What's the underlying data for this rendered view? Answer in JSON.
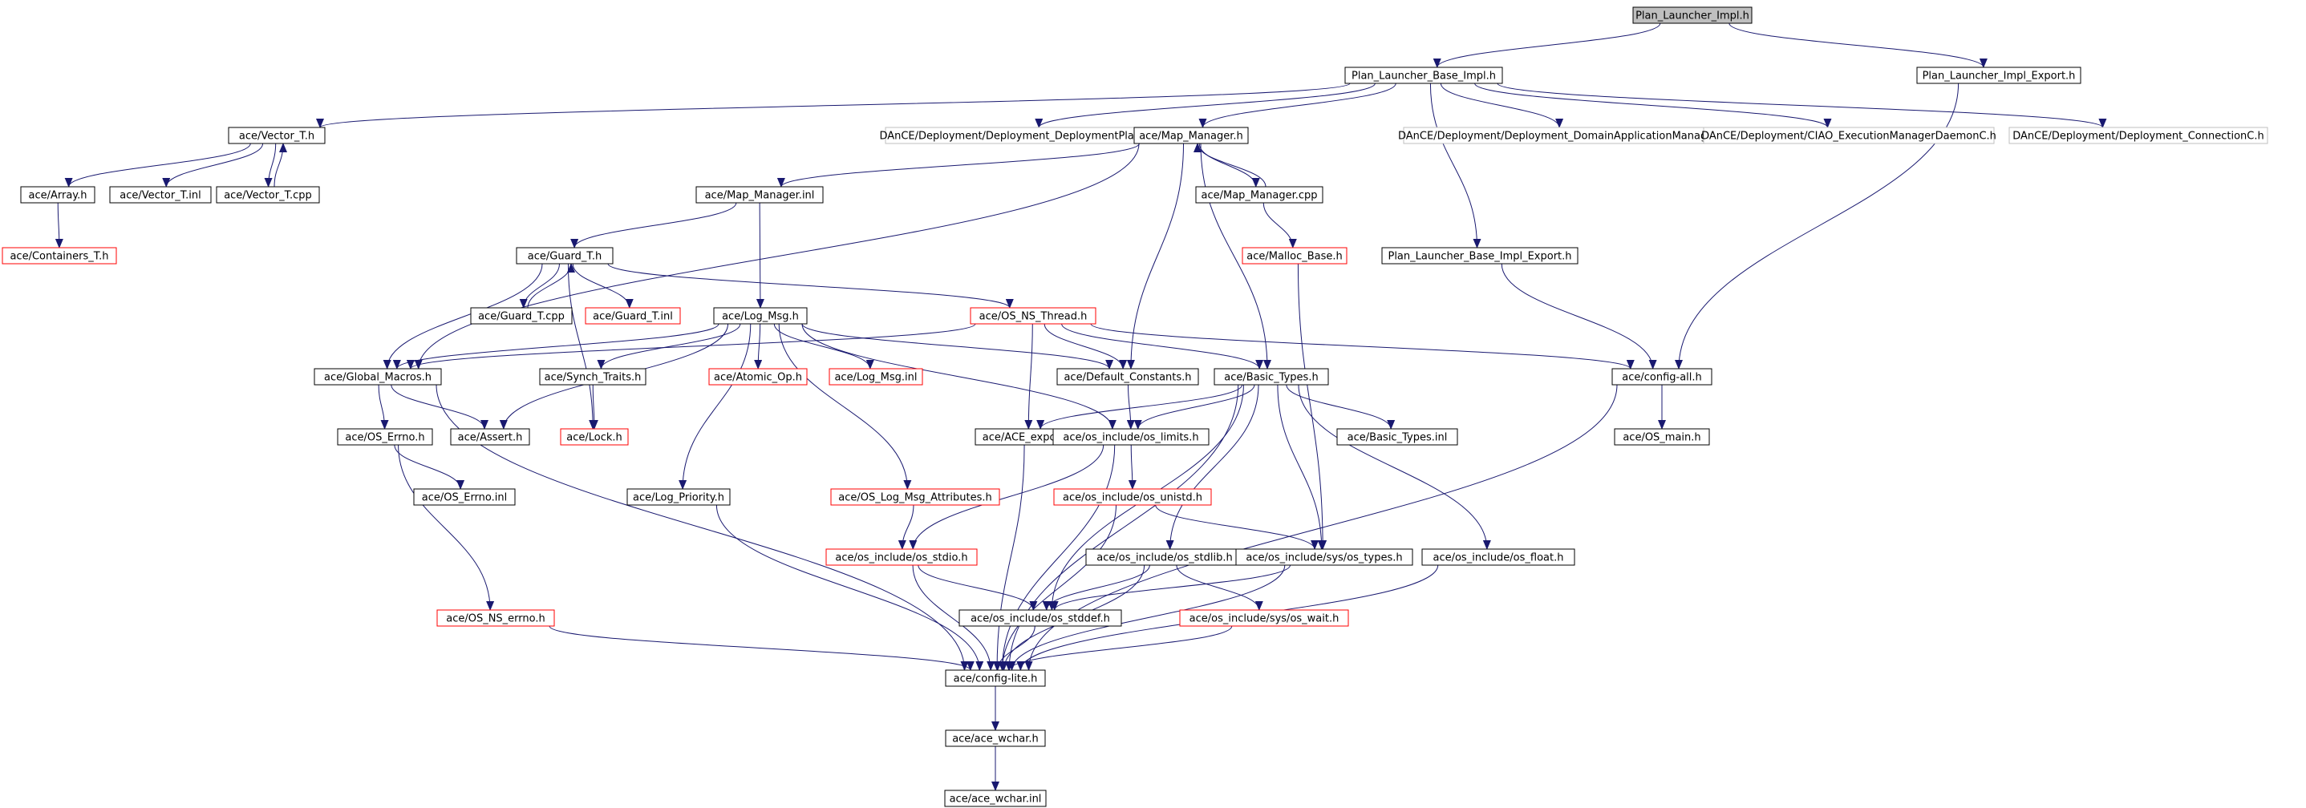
{
  "colors": {
    "edge": "#191970",
    "box_normal": "#000000",
    "box_missing": "#ff0000",
    "box_external": "#bfbfbf",
    "root_fill": "#bfbfbf",
    "text": "#000000"
  },
  "graph": {
    "nodes": [
      {
        "id": "plan_launcher_impl_h",
        "label": "Plan_Launcher_Impl.h",
        "kind": "root"
      },
      {
        "id": "plan_launcher_base_impl_h",
        "label": "Plan_Launcher_Base_Impl.h",
        "kind": "normal"
      },
      {
        "id": "plan_launcher_impl_export_h",
        "label": "Plan_Launcher_Impl_Export.h",
        "kind": "normal"
      },
      {
        "id": "ace_vector_t_h",
        "label": "ace/Vector_T.h",
        "kind": "normal"
      },
      {
        "id": "dance_deploymentplanc_h",
        "label": "DAnCE/Deployment/Deployment_DeploymentPlanC.h",
        "kind": "external"
      },
      {
        "id": "ace_map_manager_h",
        "label": "ace/Map_Manager.h",
        "kind": "normal"
      },
      {
        "id": "dance_domainappmgrc_h",
        "label": "DAnCE/Deployment/Deployment_DomainApplicationManagerC.h",
        "kind": "external"
      },
      {
        "id": "dance_ciao_execmgr_h",
        "label": "DAnCE/Deployment/CIAO_ExecutionManagerDaemonC.h",
        "kind": "external"
      },
      {
        "id": "dance_connectionc_h",
        "label": "DAnCE/Deployment/Deployment_ConnectionC.h",
        "kind": "external"
      },
      {
        "id": "ace_array_h",
        "label": "ace/Array.h",
        "kind": "normal"
      },
      {
        "id": "ace_vector_t_inl",
        "label": "ace/Vector_T.inl",
        "kind": "normal"
      },
      {
        "id": "ace_vector_t_cpp",
        "label": "ace/Vector_T.cpp",
        "kind": "normal"
      },
      {
        "id": "ace_map_manager_inl",
        "label": "ace/Map_Manager.inl",
        "kind": "normal"
      },
      {
        "id": "ace_map_manager_cpp",
        "label": "ace/Map_Manager.cpp",
        "kind": "normal"
      },
      {
        "id": "ace_containers_t_h",
        "label": "ace/Containers_T.h",
        "kind": "missing"
      },
      {
        "id": "ace_guard_t_h",
        "label": "ace/Guard_T.h",
        "kind": "normal"
      },
      {
        "id": "ace_malloc_base_h",
        "label": "ace/Malloc_Base.h",
        "kind": "missing"
      },
      {
        "id": "plan_launcher_base_impl_export_h",
        "label": "Plan_Launcher_Base_Impl_Export.h",
        "kind": "normal"
      },
      {
        "id": "ace_guard_t_cpp",
        "label": "ace/Guard_T.cpp",
        "kind": "normal"
      },
      {
        "id": "ace_guard_t_inl",
        "label": "ace/Guard_T.inl",
        "kind": "missing"
      },
      {
        "id": "ace_log_msg_h",
        "label": "ace/Log_Msg.h",
        "kind": "normal"
      },
      {
        "id": "ace_os_ns_thread_h",
        "label": "ace/OS_NS_Thread.h",
        "kind": "missing"
      },
      {
        "id": "ace_global_macros_h",
        "label": "ace/Global_Macros.h",
        "kind": "normal"
      },
      {
        "id": "ace_synch_traits_h",
        "label": "ace/Synch_Traits.h",
        "kind": "normal"
      },
      {
        "id": "ace_atomic_op_h",
        "label": "ace/Atomic_Op.h",
        "kind": "missing"
      },
      {
        "id": "ace_log_msg_inl",
        "label": "ace/Log_Msg.inl",
        "kind": "missing"
      },
      {
        "id": "ace_default_constants_h",
        "label": "ace/Default_Constants.h",
        "kind": "normal"
      },
      {
        "id": "ace_basic_types_h",
        "label": "ace/Basic_Types.h",
        "kind": "normal"
      },
      {
        "id": "ace_config_all_h",
        "label": "ace/config-all.h",
        "kind": "normal"
      },
      {
        "id": "ace_os_errno_h",
        "label": "ace/OS_Errno.h",
        "kind": "normal"
      },
      {
        "id": "ace_assert_h",
        "label": "ace/Assert.h",
        "kind": "normal"
      },
      {
        "id": "ace_lock_h",
        "label": "ace/Lock.h",
        "kind": "missing"
      },
      {
        "id": "ace_ace_export_h",
        "label": "ace/ACE_export.h",
        "kind": "normal"
      },
      {
        "id": "ace_os_include_os_limits_h",
        "label": "ace/os_include/os_limits.h",
        "kind": "normal"
      },
      {
        "id": "ace_basic_types_inl",
        "label": "ace/Basic_Types.inl",
        "kind": "normal"
      },
      {
        "id": "ace_os_main_h",
        "label": "ace/OS_main.h",
        "kind": "normal"
      },
      {
        "id": "ace_os_errno_inl",
        "label": "ace/OS_Errno.inl",
        "kind": "normal"
      },
      {
        "id": "ace_log_priority_h",
        "label": "ace/Log_Priority.h",
        "kind": "normal"
      },
      {
        "id": "ace_os_log_msg_attributes_h",
        "label": "ace/OS_Log_Msg_Attributes.h",
        "kind": "missing"
      },
      {
        "id": "ace_os_include_os_unistd_h",
        "label": "ace/os_include/os_unistd.h",
        "kind": "missing"
      },
      {
        "id": "ace_os_include_os_stdio_h",
        "label": "ace/os_include/os_stdio.h",
        "kind": "missing"
      },
      {
        "id": "ace_os_include_os_stdlib_h",
        "label": "ace/os_include/os_stdlib.h",
        "kind": "normal"
      },
      {
        "id": "ace_os_include_sys_os_types_h",
        "label": "ace/os_include/sys/os_types.h",
        "kind": "normal"
      },
      {
        "id": "ace_os_include_os_float_h",
        "label": "ace/os_include/os_float.h",
        "kind": "normal"
      },
      {
        "id": "ace_os_ns_errno_h",
        "label": "ace/OS_NS_errno.h",
        "kind": "missing"
      },
      {
        "id": "ace_os_include_os_stddef_h",
        "label": "ace/os_include/os_stddef.h",
        "kind": "normal"
      },
      {
        "id": "ace_os_include_sys_os_wait_h",
        "label": "ace/os_include/sys/os_wait.h",
        "kind": "missing"
      },
      {
        "id": "ace_config_lite_h",
        "label": "ace/config-lite.h",
        "kind": "normal"
      },
      {
        "id": "ace_ace_wchar_h",
        "label": "ace/ace_wchar.h",
        "kind": "normal"
      },
      {
        "id": "ace_ace_wchar_inl",
        "label": "ace/ace_wchar.inl",
        "kind": "normal"
      }
    ],
    "edges": [
      [
        "plan_launcher_impl_h",
        "plan_launcher_base_impl_h"
      ],
      [
        "plan_launcher_impl_h",
        "plan_launcher_impl_export_h"
      ],
      [
        "plan_launcher_base_impl_h",
        "ace_vector_t_h"
      ],
      [
        "plan_launcher_base_impl_h",
        "dance_deploymentplanc_h"
      ],
      [
        "plan_launcher_base_impl_h",
        "ace_map_manager_h"
      ],
      [
        "plan_launcher_base_impl_h",
        "dance_domainappmgrc_h"
      ],
      [
        "plan_launcher_base_impl_h",
        "dance_ciao_execmgr_h"
      ],
      [
        "plan_launcher_base_impl_h",
        "dance_connectionc_h"
      ],
      [
        "plan_launcher_base_impl_h",
        "plan_launcher_base_impl_export_h"
      ],
      [
        "plan_launcher_impl_export_h",
        "ace_config_all_h"
      ],
      [
        "ace_vector_t_h",
        "ace_array_h"
      ],
      [
        "ace_vector_t_h",
        "ace_vector_t_inl"
      ],
      [
        "ace_vector_t_h",
        "ace_vector_t_cpp"
      ],
      [
        "ace_vector_t_cpp",
        "ace_vector_t_h"
      ],
      [
        "ace_array_h",
        "ace_containers_t_h"
      ],
      [
        "ace_map_manager_h",
        "ace_map_manager_inl"
      ],
      [
        "ace_map_manager_h",
        "ace_map_manager_cpp"
      ],
      [
        "ace_map_manager_cpp",
        "ace_map_manager_h"
      ],
      [
        "ace_map_manager_h",
        "ace_global_macros_h"
      ],
      [
        "ace_map_manager_h",
        "ace_default_constants_h"
      ],
      [
        "ace_map_manager_h",
        "ace_basic_types_h"
      ],
      [
        "ace_map_manager_inl",
        "ace_guard_t_h"
      ],
      [
        "ace_map_manager_inl",
        "ace_log_msg_h"
      ],
      [
        "ace_map_manager_cpp",
        "ace_malloc_base_h"
      ],
      [
        "ace_malloc_base_h",
        "ace_os_include_sys_os_types_h"
      ],
      [
        "plan_launcher_base_impl_export_h",
        "ace_config_all_h"
      ],
      [
        "ace_guard_t_h",
        "ace_guard_t_cpp"
      ],
      [
        "ace_guard_t_cpp",
        "ace_guard_t_h"
      ],
      [
        "ace_guard_t_h",
        "ace_guard_t_inl"
      ],
      [
        "ace_guard_t_h",
        "ace_os_ns_thread_h"
      ],
      [
        "ace_guard_t_h",
        "ace_global_macros_h"
      ],
      [
        "ace_guard_t_h",
        "ace_lock_h"
      ],
      [
        "ace_log_msg_h",
        "ace_global_macros_h"
      ],
      [
        "ace_log_msg_h",
        "ace_synch_traits_h"
      ],
      [
        "ace_log_msg_h",
        "ace_atomic_op_h"
      ],
      [
        "ace_log_msg_h",
        "ace_log_msg_inl"
      ],
      [
        "ace_log_msg_h",
        "ace_default_constants_h"
      ],
      [
        "ace_log_msg_h",
        "ace_assert_h"
      ],
      [
        "ace_log_msg_h",
        "ace_log_priority_h"
      ],
      [
        "ace_log_msg_h",
        "ace_os_log_msg_attributes_h"
      ],
      [
        "ace_log_msg_h",
        "ace_os_include_os_limits_h"
      ],
      [
        "ace_os_ns_thread_h",
        "ace_global_macros_h"
      ],
      [
        "ace_os_ns_thread_h",
        "ace_default_constants_h"
      ],
      [
        "ace_os_ns_thread_h",
        "ace_basic_types_h"
      ],
      [
        "ace_os_ns_thread_h",
        "ace_config_all_h"
      ],
      [
        "ace_os_ns_thread_h",
        "ace_ace_export_h"
      ],
      [
        "ace_synch_traits_h",
        "ace_lock_h"
      ],
      [
        "ace_global_macros_h",
        "ace_os_errno_h"
      ],
      [
        "ace_global_macros_h",
        "ace_assert_h"
      ],
      [
        "ace_global_macros_h",
        "ace_config_lite_h"
      ],
      [
        "ace_default_constants_h",
        "ace_os_include_os_limits_h"
      ],
      [
        "ace_basic_types_h",
        "ace_ace_export_h"
      ],
      [
        "ace_basic_types_h",
        "ace_os_include_os_limits_h"
      ],
      [
        "ace_basic_types_h",
        "ace_basic_types_inl"
      ],
      [
        "ace_basic_types_h",
        "ace_os_include_os_stdlib_h"
      ],
      [
        "ace_basic_types_h",
        "ace_os_include_sys_os_types_h"
      ],
      [
        "ace_basic_types_h",
        "ace_os_include_os_float_h"
      ],
      [
        "ace_basic_types_h",
        "ace_os_include_os_stddef_h"
      ],
      [
        "ace_basic_types_h",
        "ace_config_lite_h"
      ],
      [
        "ace_config_all_h",
        "ace_os_main_h"
      ],
      [
        "ace_config_all_h",
        "ace_config_lite_h"
      ],
      [
        "ace_os_errno_h",
        "ace_os_errno_inl"
      ],
      [
        "ace_os_errno_h",
        "ace_os_ns_errno_h"
      ],
      [
        "ace_ace_export_h",
        "ace_config_lite_h"
      ],
      [
        "ace_os_include_os_limits_h",
        "ace_os_include_os_unistd_h"
      ],
      [
        "ace_os_include_os_limits_h",
        "ace_os_include_os_stdio_h"
      ],
      [
        "ace_os_include_os_limits_h",
        "ace_config_lite_h"
      ],
      [
        "ace_os_log_msg_attributes_h",
        "ace_os_include_os_stdio_h"
      ],
      [
        "ace_os_include_os_unistd_h",
        "ace_os_include_sys_os_types_h"
      ],
      [
        "ace_os_include_os_unistd_h",
        "ace_config_lite_h"
      ],
      [
        "ace_log_priority_h",
        "ace_config_lite_h"
      ],
      [
        "ace_os_include_os_stdio_h",
        "ace_os_include_os_stddef_h"
      ],
      [
        "ace_os_include_os_stdio_h",
        "ace_config_lite_h"
      ],
      [
        "ace_os_include_os_stdlib_h",
        "ace_os_include_os_stddef_h"
      ],
      [
        "ace_os_include_os_stdlib_h",
        "ace_os_include_sys_os_wait_h"
      ],
      [
        "ace_os_include_os_stdlib_h",
        "ace_config_lite_h"
      ],
      [
        "ace_os_include_sys_os_types_h",
        "ace_os_include_os_stddef_h"
      ],
      [
        "ace_os_include_sys_os_types_h",
        "ace_config_lite_h"
      ],
      [
        "ace_os_include_os_float_h",
        "ace_config_lite_h"
      ],
      [
        "ace_os_ns_errno_h",
        "ace_config_lite_h"
      ],
      [
        "ace_os_include_os_stddef_h",
        "ace_config_lite_h"
      ],
      [
        "ace_os_include_sys_os_wait_h",
        "ace_config_lite_h"
      ],
      [
        "ace_config_lite_h",
        "ace_ace_wchar_h"
      ],
      [
        "ace_ace_wchar_h",
        "ace_ace_wchar_inl"
      ]
    ]
  }
}
